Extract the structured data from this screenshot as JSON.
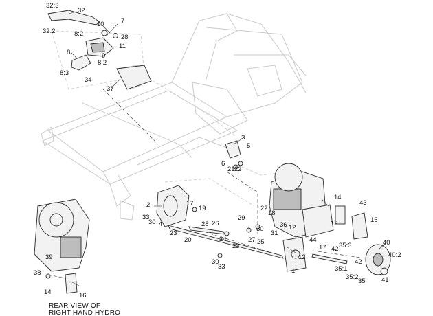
{
  "diagram": {
    "caption_lines": [
      "REAR VIEW OF",
      "RIGHT HAND HYDRO"
    ],
    "callouts": [
      {
        "id": "c-32-3",
        "text": "32:3"
      },
      {
        "id": "c-32",
        "text": "32"
      },
      {
        "id": "c-32-2",
        "text": "32:2"
      },
      {
        "id": "c-7",
        "text": "7"
      },
      {
        "id": "c-10",
        "text": "10"
      },
      {
        "id": "c-8-2a",
        "text": "8:2"
      },
      {
        "id": "c-28a",
        "text": "28"
      },
      {
        "id": "c-11",
        "text": "11"
      },
      {
        "id": "c-8",
        "text": "8"
      },
      {
        "id": "c-9",
        "text": "9"
      },
      {
        "id": "c-8-2b",
        "text": "8:2"
      },
      {
        "id": "c-8-3",
        "text": "8:3"
      },
      {
        "id": "c-34",
        "text": "34"
      },
      {
        "id": "c-37",
        "text": "37"
      },
      {
        "id": "c-3",
        "text": "3"
      },
      {
        "id": "c-5",
        "text": "5"
      },
      {
        "id": "c-6",
        "text": "6"
      },
      {
        "id": "c-21",
        "text": "21"
      },
      {
        "id": "c-22a",
        "text": "22"
      },
      {
        "id": "c-14a",
        "text": "14"
      },
      {
        "id": "c-43",
        "text": "43"
      },
      {
        "id": "c-15",
        "text": "15"
      },
      {
        "id": "c-2",
        "text": "2"
      },
      {
        "id": "c-17a",
        "text": "17"
      },
      {
        "id": "c-33a",
        "text": "33"
      },
      {
        "id": "c-30a",
        "text": "30"
      },
      {
        "id": "c-4",
        "text": "4"
      },
      {
        "id": "c-19",
        "text": "19"
      },
      {
        "id": "c-18",
        "text": "18"
      },
      {
        "id": "c-22b",
        "text": "22"
      },
      {
        "id": "c-28b",
        "text": "28"
      },
      {
        "id": "c-26",
        "text": "26"
      },
      {
        "id": "c-29",
        "text": "29"
      },
      {
        "id": "c-36",
        "text": "36"
      },
      {
        "id": "c-12a",
        "text": "12"
      },
      {
        "id": "c-13",
        "text": "13"
      },
      {
        "id": "c-23a",
        "text": "23"
      },
      {
        "id": "c-30b",
        "text": "30"
      },
      {
        "id": "c-31",
        "text": "31"
      },
      {
        "id": "c-20",
        "text": "20"
      },
      {
        "id": "c-24",
        "text": "24"
      },
      {
        "id": "c-27",
        "text": "27"
      },
      {
        "id": "c-25",
        "text": "25"
      },
      {
        "id": "c-23b",
        "text": "23"
      },
      {
        "id": "c-44",
        "text": "44"
      },
      {
        "id": "c-39",
        "text": "39"
      },
      {
        "id": "c-40",
        "text": "40"
      },
      {
        "id": "c-42a",
        "text": "42"
      },
      {
        "id": "c-35-3",
        "text": "35:3"
      },
      {
        "id": "c-12b",
        "text": "12"
      },
      {
        "id": "c-17b",
        "text": "17"
      },
      {
        "id": "c-40-2",
        "text": "40:2"
      },
      {
        "id": "c-30c",
        "text": "30"
      },
      {
        "id": "c-33b",
        "text": "33"
      },
      {
        "id": "c-35-1",
        "text": "35:1"
      },
      {
        "id": "c-42b",
        "text": "42"
      },
      {
        "id": "c-1",
        "text": "1"
      },
      {
        "id": "c-38",
        "text": "38"
      },
      {
        "id": "c-35-2",
        "text": "35:2"
      },
      {
        "id": "c-35",
        "text": "35"
      },
      {
        "id": "c-41",
        "text": "41"
      },
      {
        "id": "c-14b",
        "text": "14"
      },
      {
        "id": "c-16",
        "text": "16"
      }
    ]
  }
}
